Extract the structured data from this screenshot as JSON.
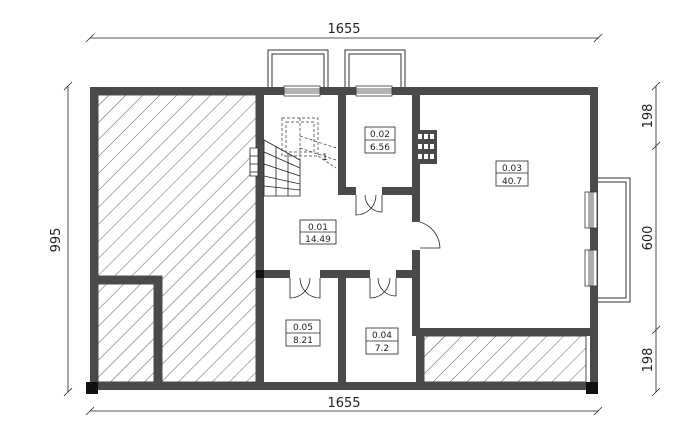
{
  "dimensions": {
    "top_width": "1655",
    "bottom_width": "1655",
    "left_height": "995",
    "right_top": "198",
    "right_middle": "600",
    "right_bottom": "198"
  },
  "rooms": [
    {
      "id": "0.01",
      "area": "14.49"
    },
    {
      "id": "0.02",
      "area": "6.56"
    },
    {
      "id": "0.03",
      "area": "40.7"
    },
    {
      "id": "0.04",
      "area": "7.2"
    },
    {
      "id": "0.05",
      "area": "8.21"
    }
  ],
  "colors": {
    "wall": "#4a4a4a",
    "line": "#222222",
    "hatch": "#333333",
    "background": "#ffffff"
  }
}
